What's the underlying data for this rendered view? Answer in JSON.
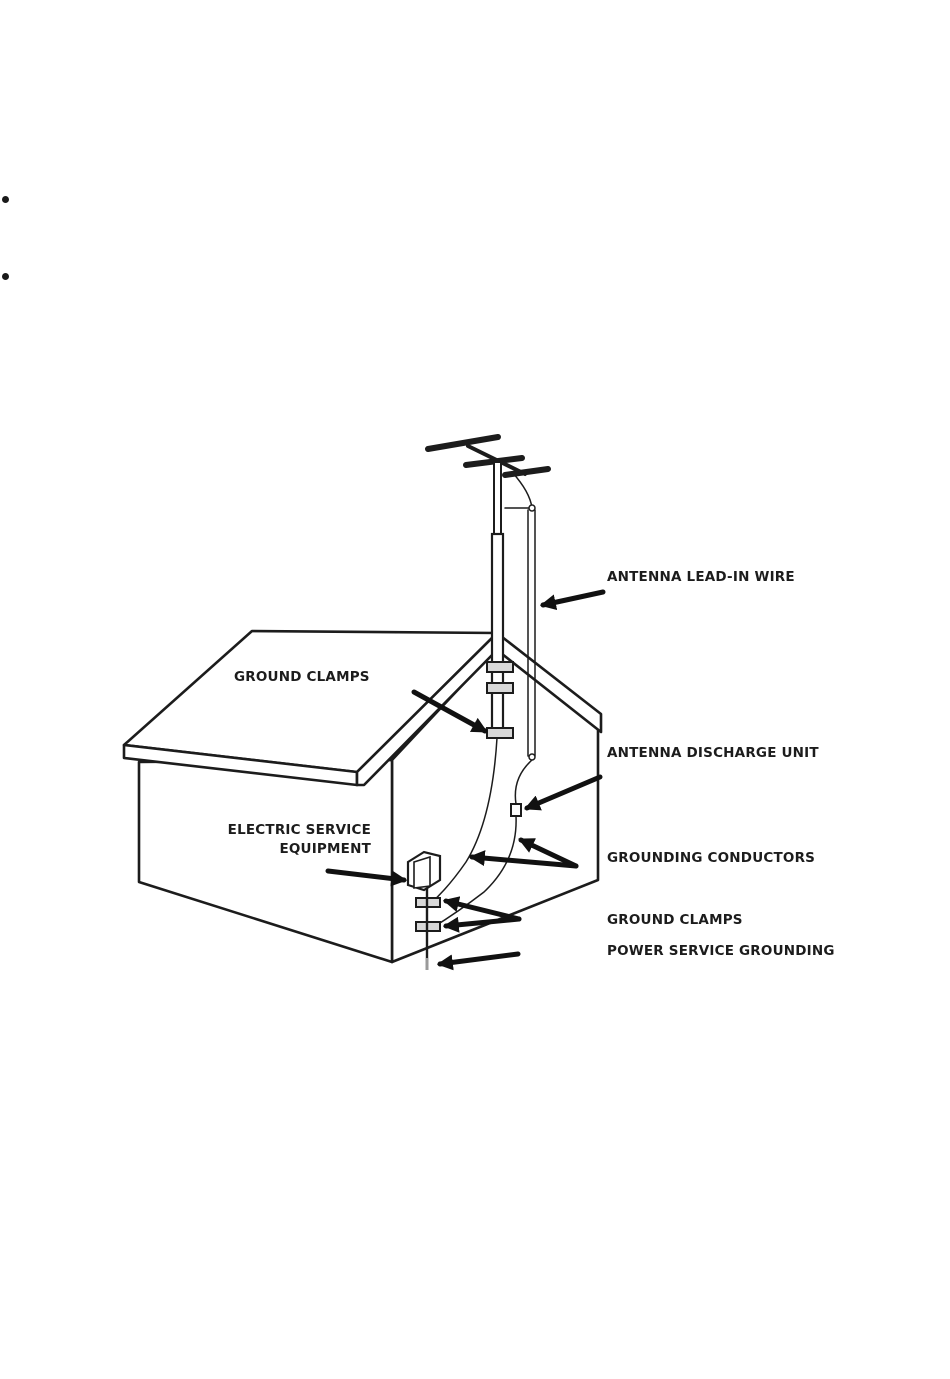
{
  "labels": {
    "antenna_lead_in_wire": "ANTENNA LEAD-IN WIRE",
    "ground_clamps_top": "GROUND CLAMPS",
    "antenna_discharge_unit": "ANTENNA DISCHARGE UNIT",
    "electric_service_line1": "ELECTRIC SERVICE",
    "electric_service_line2": "EQUIPMENT",
    "grounding_conductors": "GROUNDING CONDUCTORS",
    "ground_clamps_bottom": "GROUND CLAMPS",
    "power_service_grounding": "POWER SERVICE GROUNDING"
  },
  "colors": {
    "ink": "#1c1c1c",
    "background": "#ffffff"
  }
}
